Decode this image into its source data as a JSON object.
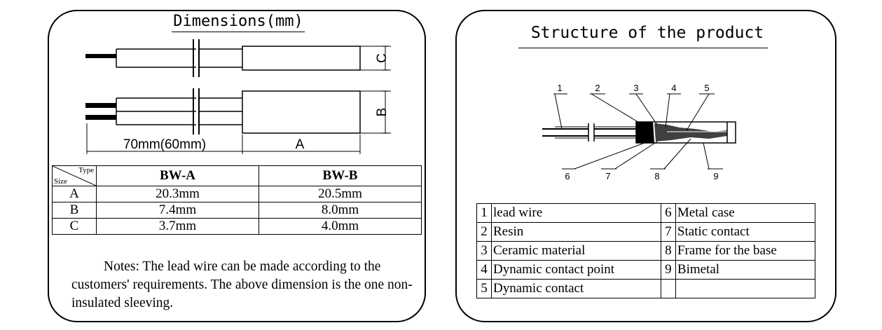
{
  "dimensions_panel": {
    "title": "Dimensions(mm)",
    "label_c": "C",
    "label_b": "B",
    "label_a": "A",
    "label_wire_length": "70mm(60mm)",
    "table": {
      "corner_type": "Type",
      "corner_size": "Size",
      "headers": [
        "BW-A",
        "BW-B"
      ],
      "rows": [
        {
          "size": "A",
          "bw_a": "20.3mm",
          "bw_b": "20.5mm"
        },
        {
          "size": "B",
          "bw_a": "7.4mm",
          "bw_b": "8.0mm"
        },
        {
          "size": "C",
          "bw_a": "3.7mm",
          "bw_b": "4.0mm"
        }
      ]
    },
    "notes": "Notes: The lead wire can be made according to the customers' requirements. The above dimension is the one non-insulated sleeving."
  },
  "structure_panel": {
    "title": "Structure of the product",
    "callouts": [
      "1",
      "2",
      "3",
      "4",
      "5",
      "6",
      "7",
      "8",
      "9"
    ],
    "parts": [
      {
        "left_num": "1",
        "left_label": "lead wire",
        "right_num": "6",
        "right_label": "Metal case"
      },
      {
        "left_num": "2",
        "left_label": "Resin",
        "right_num": "7",
        "right_label": "Static contact"
      },
      {
        "left_num": "3",
        "left_label": "Ceramic material",
        "right_num": "8",
        "right_label": "Frame for the base"
      },
      {
        "left_num": "4",
        "left_label": "Dynamic contact point",
        "right_num": "9",
        "right_label": "Bimetal"
      },
      {
        "left_num": "5",
        "left_label": "Dynamic contact",
        "right_num": "",
        "right_label": ""
      }
    ]
  }
}
